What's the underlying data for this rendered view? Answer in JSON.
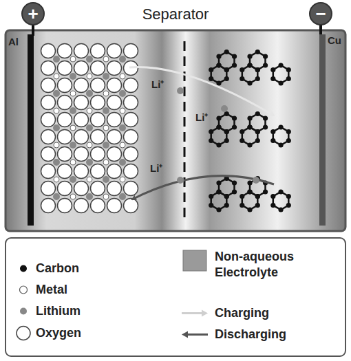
{
  "diagram": {
    "nodes": [
      {
        "text": [
          "+"
        ]
      },
      {
        "text": [
          "−"
        ]
      }
    ],
    "labels": [
      "Separator",
      "Al",
      "Cu",
      "Li⁺",
      "Li⁺",
      "Li⁺"
    ],
    "legend": [
      {
        "text": "Carbon"
      },
      {
        "text": "Metal"
      },
      {
        "text": "Lithium"
      },
      {
        "text": "Oxygen"
      },
      {
        "text": "Non-aqueous Electrolyte",
        "color": "#9a9a9a"
      },
      {
        "text": "Charging"
      },
      {
        "text": "Discharging"
      }
    ]
  }
}
